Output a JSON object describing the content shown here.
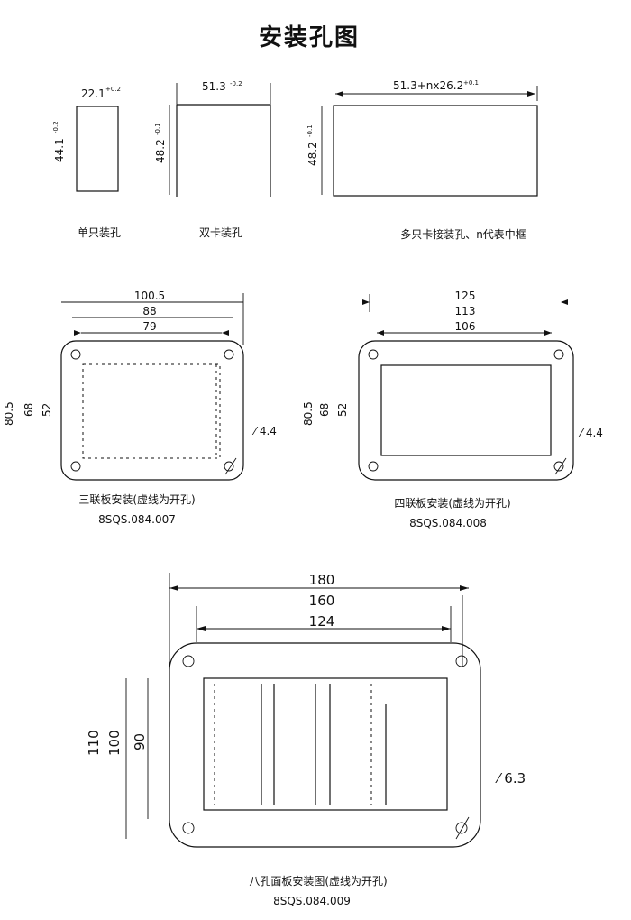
{
  "title": "安装孔图",
  "single": {
    "width_label": "22.1",
    "width_tol": "+0.2",
    "height_label": "44.1",
    "height_tol": "-0.2",
    "caption": "单只装孔"
  },
  "double": {
    "width_label": "51.3",
    "width_tol": "-0.2",
    "height_label": "48.2",
    "height_tol": "-0.1",
    "caption": "双卡装孔"
  },
  "multi": {
    "width_label": "51.3+nx26.2",
    "width_tol": "+0.1",
    "height_label": "48.2",
    "height_tol": "-0.1",
    "caption": "多只卡接装孔、n代表中框"
  },
  "panel3": {
    "widths": [
      "100.5",
      "88",
      "79"
    ],
    "heights": [
      "80.5",
      "68",
      "52"
    ],
    "hole": "4.4",
    "caption": "三联板安装(虚线为开孔)",
    "code": "8SQS.084.007"
  },
  "panel4": {
    "widths": [
      "125",
      "113",
      "106"
    ],
    "heights": [
      "80.5",
      "68",
      "52"
    ],
    "hole": "4.4",
    "caption": "四联板安装(虚线为开孔)",
    "code": "8SQS.084.008"
  },
  "panel8": {
    "widths": [
      "180",
      "160",
      "124"
    ],
    "heights": [
      "110",
      "100",
      "90"
    ],
    "hole": "6.3",
    "caption": "八孔面板安装图(虚线为开孔)",
    "code": "8SQS.084.009"
  }
}
